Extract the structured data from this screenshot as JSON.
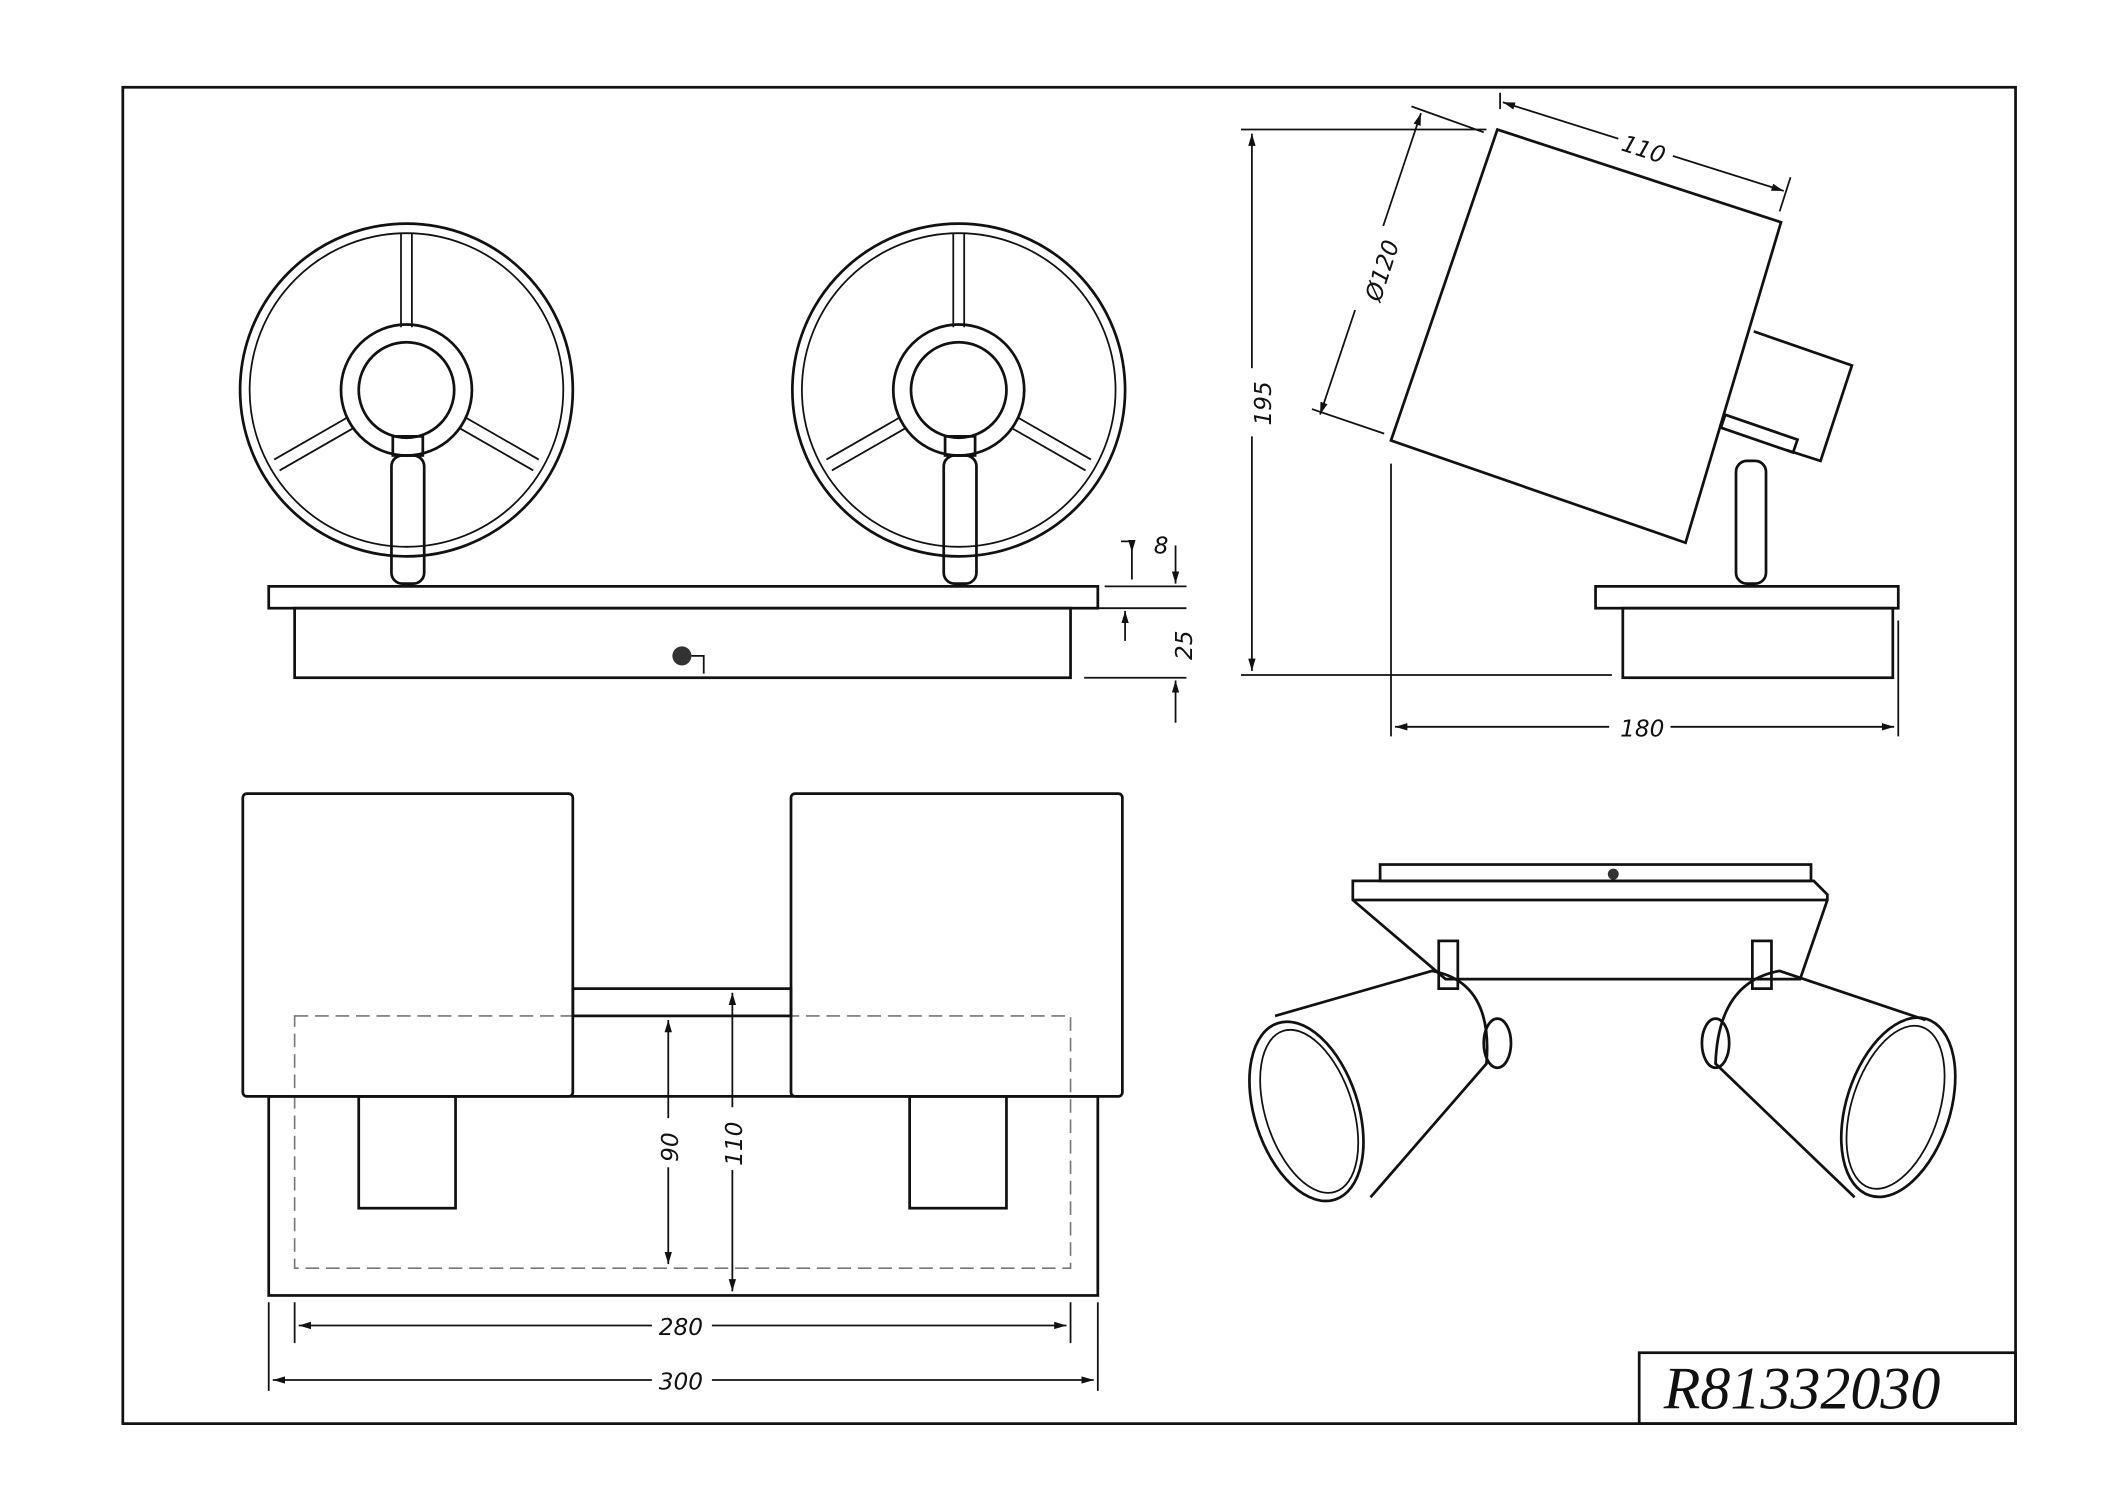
{
  "title_block": {
    "product_code": "R81332030"
  },
  "front_view": {
    "dim_plate_thickness": "8",
    "dim_base_height": "25"
  },
  "side_view": {
    "dim_height": "195",
    "dim_shade_length": "110",
    "dim_shade_diameter": "Ø120",
    "dim_depth": "180"
  },
  "top_view": {
    "dim_inner_width": "90",
    "dim_outer_width": "110",
    "dim_inner_length": "280",
    "dim_outer_length": "300"
  }
}
